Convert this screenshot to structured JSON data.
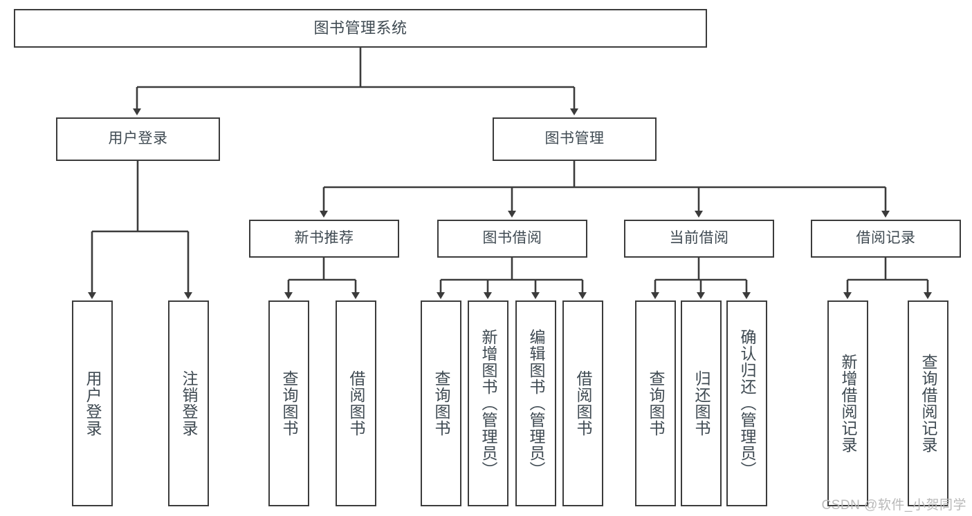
{
  "diagram": {
    "title": "图书管理系统",
    "type": "tree",
    "stroke_color": "#3b3b3b",
    "text_color": "#3f4a52",
    "background": "#ffffff",
    "watermark": "CSDN @软件_小贺同学"
  },
  "nodes": {
    "root": {
      "label": "图书管理系统"
    },
    "level1": [
      {
        "label": "用户登录"
      },
      {
        "label": "图书管理"
      }
    ],
    "level2": [
      {
        "label": "新书推荐"
      },
      {
        "label": "图书借阅"
      },
      {
        "label": "当前借阅"
      },
      {
        "label": "借阅记录"
      }
    ],
    "leaves": {
      "user_login": [
        {
          "label": "用户登录"
        },
        {
          "label": "注销登录"
        }
      ],
      "new_book": [
        {
          "label": "查询图书"
        },
        {
          "label": "借阅图书"
        }
      ],
      "book_borrow": [
        {
          "label": "查询图书"
        },
        {
          "label": "新增图书（管理员）"
        },
        {
          "label": "编辑图书（管理员）"
        },
        {
          "label": "借阅图书"
        }
      ],
      "current_borrow": [
        {
          "label": "查询图书"
        },
        {
          "label": "归还图书"
        },
        {
          "label": "确认归还（管理员）"
        }
      ],
      "borrow_record": [
        {
          "label": "新增借阅记录"
        },
        {
          "label": "查询借阅记录"
        }
      ]
    }
  }
}
